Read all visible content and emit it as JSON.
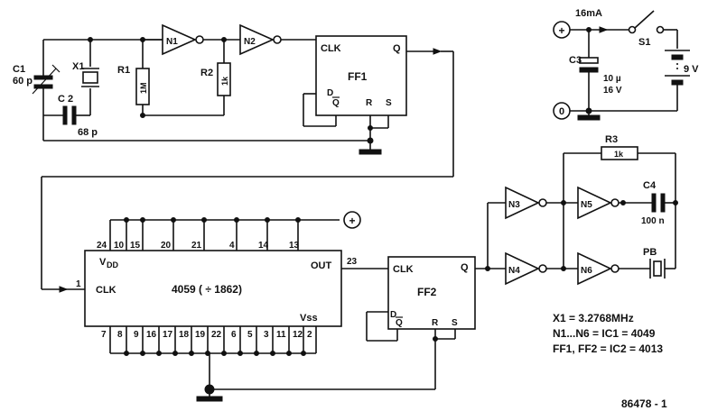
{
  "figure_number": "86478 - 1",
  "components": {
    "C1": {
      "ref": "C1",
      "value": "60 p"
    },
    "C2": {
      "ref": "C 2",
      "value": "68 p"
    },
    "X1": {
      "ref": "X1"
    },
    "R1": {
      "ref": "R1",
      "value": "1M"
    },
    "R2": {
      "ref": "R2",
      "value": "1k"
    },
    "R3": {
      "ref": "R3",
      "value": "1k"
    },
    "C3": {
      "ref": "C3",
      "value_1": "10 µ",
      "value_2": "16 V"
    },
    "C4": {
      "ref": "C4",
      "value": "100 n"
    },
    "PB": {
      "ref": "PB"
    },
    "S1": {
      "ref": "S1"
    },
    "battery": {
      "value": "9 V"
    }
  },
  "gates": {
    "N1": "N1",
    "N2": "N2",
    "N3": "N3",
    "N4": "N4",
    "N5": "N5",
    "N6": "N6"
  },
  "ff1": {
    "name": "FF1",
    "clk": "CLK",
    "q": "Q",
    "d": "D",
    "qbar": "Q",
    "r": "R",
    "s": "S"
  },
  "ff2": {
    "name": "FF2",
    "clk": "CLK",
    "q": "Q",
    "d": "D",
    "qbar": "Q",
    "r": "R",
    "s": "S"
  },
  "ic4059": {
    "label": "4059  ( ÷ 1862)",
    "vdd": "V",
    "vdd_sub": "DD",
    "vss": "Vss",
    "clk": "CLK",
    "out": "OUT",
    "clk_pin": "1",
    "out_pin": "23",
    "top_pins": [
      "24",
      "10",
      "15",
      "20",
      "21",
      "4",
      "14",
      "13"
    ],
    "bottom_pins": [
      "7",
      "8",
      "9",
      "16",
      "17",
      "18",
      "19",
      "22",
      "6",
      "5",
      "3",
      "11",
      "12",
      "2"
    ]
  },
  "supply": {
    "current": "16mA",
    "plus": "+",
    "zero": "0"
  },
  "plus_symbol": "+",
  "notes": [
    "X1 = 3.2768MHz",
    "N1...N6 = IC1 = 4049",
    "FF1, FF2 = IC2 = 4013"
  ]
}
